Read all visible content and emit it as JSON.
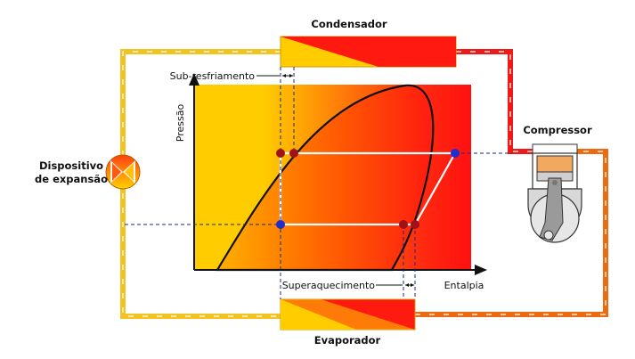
{
  "labels": {
    "condenser": "Condensador",
    "evaporator": "Evaporador",
    "compressor": "Compressor",
    "expansion_device_line1": "Dispositivo",
    "expansion_device_line2": "de expansão",
    "subcooling": "Sub-resfriamento",
    "superheating": "Superaquecimento",
    "y_axis": "Pressão",
    "x_axis": "Entalpia"
  },
  "colors": {
    "liquid": "#ffcc00",
    "hot_gas": "#ff1010",
    "warm_pipe": "#ee6a10",
    "cold_pipe": "#f2c322",
    "dome_outline": "#111111",
    "cycle_line": "#ffffff",
    "point_red": "#a0111a",
    "point_blue": "#1e2fd0",
    "piston": "#f2a860",
    "crankcase": "#d8d8d8"
  },
  "icons": {
    "expansion_device": "valve-icon",
    "compressor": "piston-compressor-icon",
    "flow": "arrow-icon"
  }
}
